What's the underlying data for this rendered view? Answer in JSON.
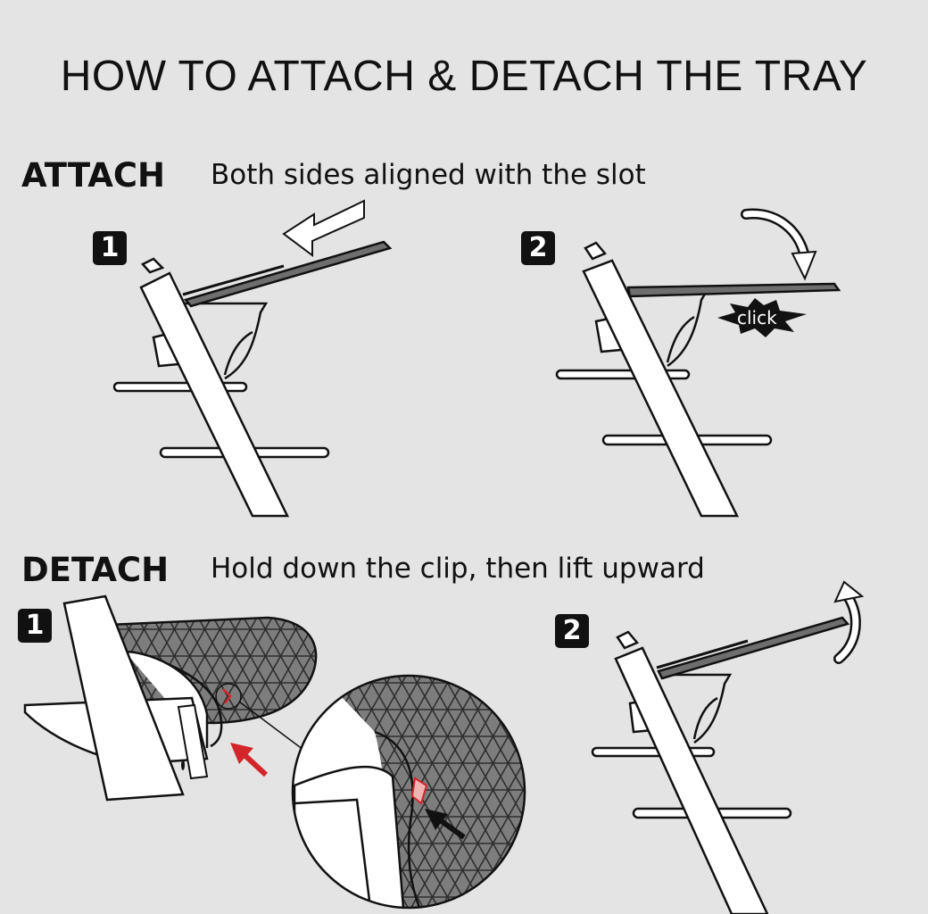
{
  "title": "HOW TO ATTACH & DETACH THE TRAY",
  "attach": {
    "heading": "ATTACH",
    "subtitle": "Both sides aligned with the slot",
    "step1_badge": "1",
    "step2_badge": "2",
    "click_label": "click"
  },
  "detach": {
    "heading": "DETACH",
    "subtitle": "Hold down the clip, then lift upward",
    "step1_badge": "1",
    "step2_badge": "2"
  },
  "colors": {
    "background": "#e4e4e4",
    "ink": "#111111",
    "tray": "#6e6e6e",
    "highlight_red": "#d3262a",
    "white": "#ffffff"
  },
  "icons": [
    "arrow-left-icon",
    "curved-arrow-down-icon",
    "curved-arrow-up-icon",
    "click-burst-icon",
    "red-arrow-icon",
    "black-arrow-icon"
  ]
}
